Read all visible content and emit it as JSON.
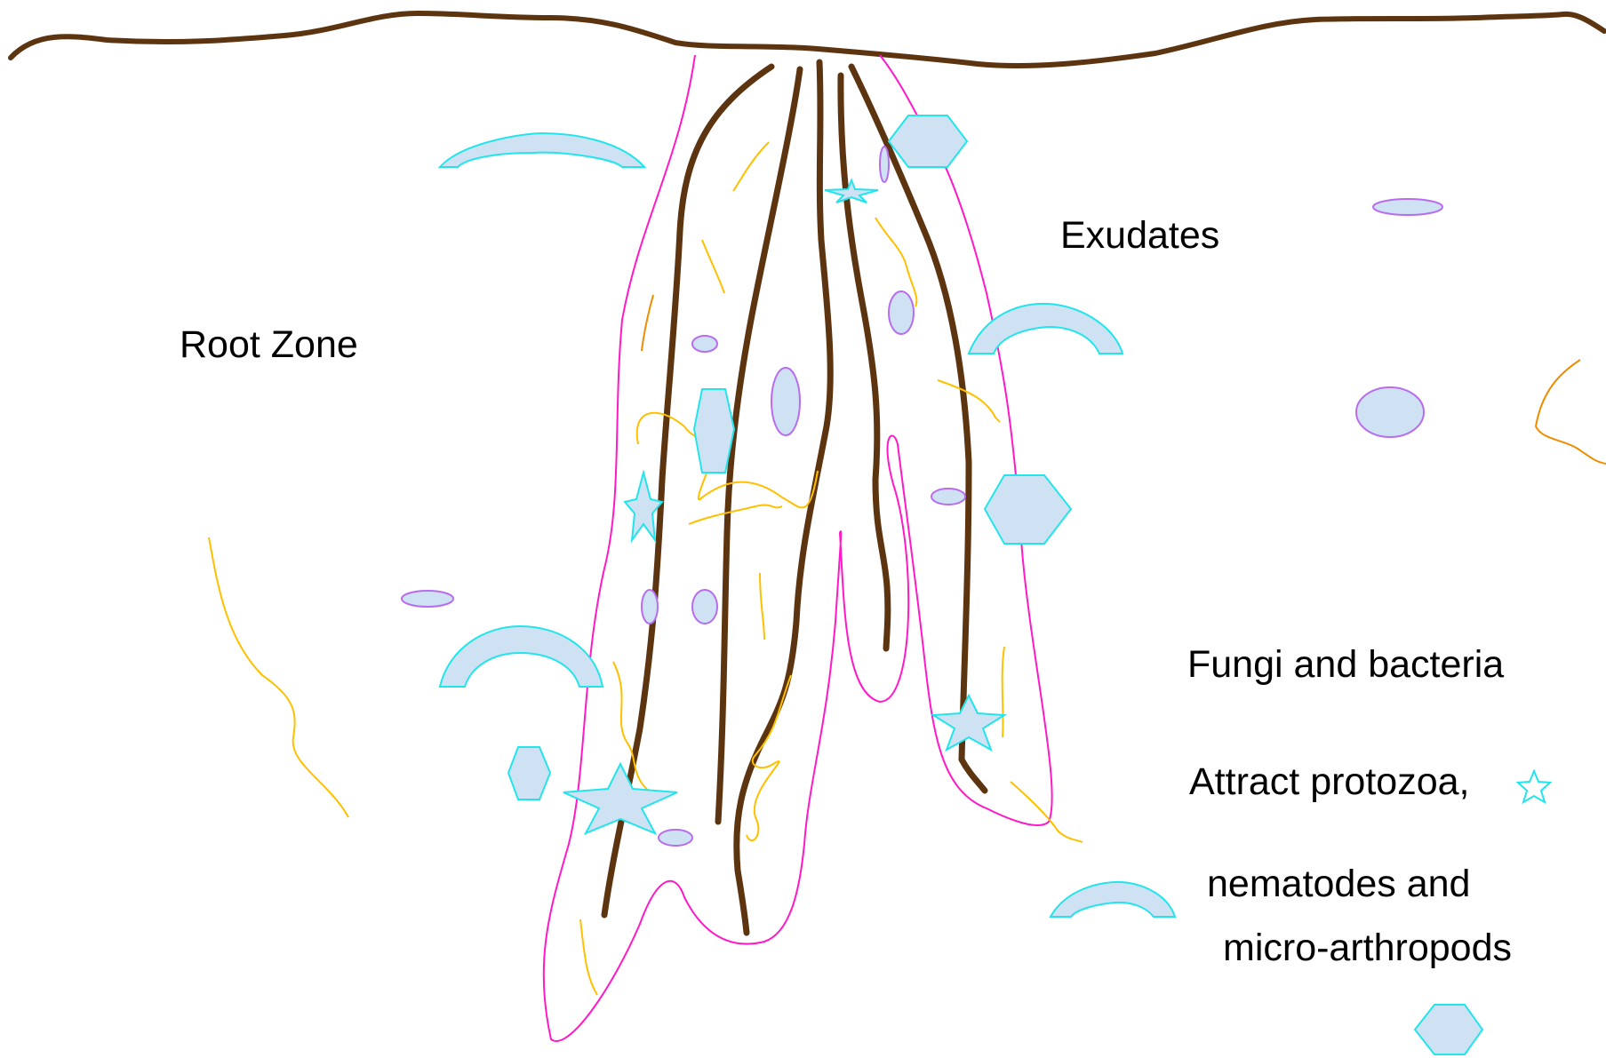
{
  "labels": {
    "root_zone": "Root Zone",
    "exudates": "Exudates",
    "fungi_bacteria": "Fungi and bacteria",
    "attract": "Attract protozoa,",
    "nematodes": "nematodes and",
    "arthropods": "micro-arthropods"
  },
  "colors": {
    "soil_line": "#5c3510",
    "root": "#5c3510",
    "rhizosphere_outline": "#ff19c8",
    "fungal_hyphae": "#ffc000",
    "hyphae_dark": "#f08c00",
    "organism_fill": "#cfe2f3",
    "protozoa_stroke": "#22e5ec",
    "bacteria_stroke": "#b86cf0"
  },
  "legend_icons": [
    "star-icon",
    "arch-icon",
    "hexagon-icon"
  ]
}
